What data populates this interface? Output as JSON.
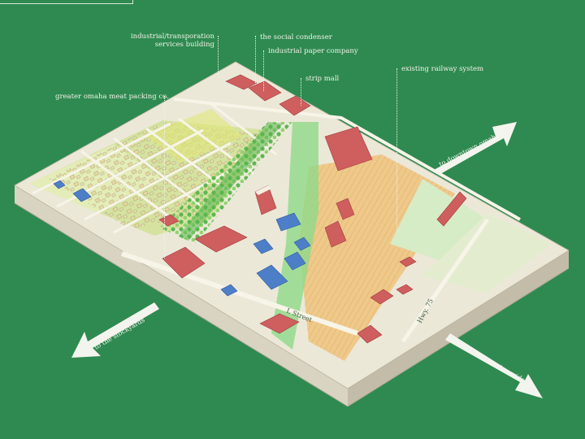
{
  "labels": {
    "services_line1": "industrial/transporation",
    "services_line2": "services building",
    "social_condenser": "the social condenser",
    "paper_company": "industrial paper company",
    "strip_mall": "strip mall",
    "railway": "existing railway system",
    "meat_packing": "greater omaha meat packing co."
  },
  "directions": {
    "downtown": "to downtown omaha",
    "stockyards": "to the stockyards",
    "corridor": "to 24th street corridor"
  },
  "streets": {
    "l_street": "L Street",
    "hwy": "Hwy. 75"
  },
  "colors": {
    "background": "#2e8a50",
    "ground": "#ece8d8",
    "residential_green": "#c9dc8e",
    "industrial_building": "#cf5e5e",
    "commercial_building": "#4d7fc9",
    "rail_zone": "#efc98a",
    "park_green": "#7fcc6a"
  }
}
